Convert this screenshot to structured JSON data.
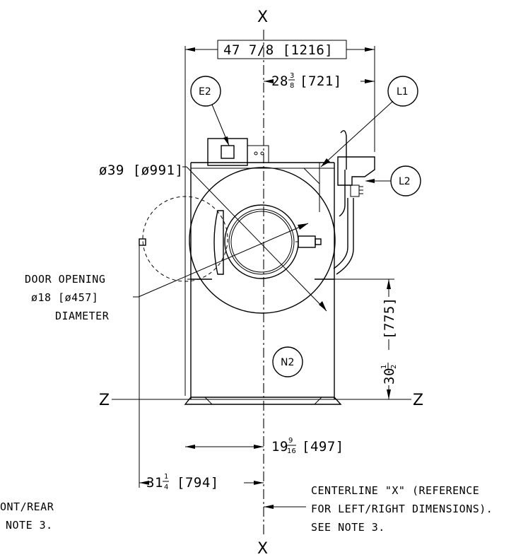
{
  "axes": {
    "top": "X",
    "bottom": "X",
    "left": "Z",
    "right": "Z"
  },
  "dimensions": {
    "overall_width": "47 7/8 [1216]",
    "right_to_center_whole": "28",
    "right_to_center_num": "3",
    "right_to_center_den": "8",
    "right_to_center_mm": "[721]",
    "drum_diameter": "ø39 [ø991]",
    "height_whole": "30",
    "height_num": "1",
    "height_den": "2",
    "height_mm": "[775]",
    "left_to_center_whole": "19",
    "left_to_center_num": "9",
    "left_to_center_den": "16",
    "left_to_center_mm": "[497]",
    "door_swing_whole": "31",
    "door_swing_num": "1",
    "door_swing_den": "4",
    "door_swing_mm": "[794]"
  },
  "door_opening": {
    "line1": "DOOR OPENING",
    "line2": "ø18 [ø457]",
    "line3": "DIAMETER"
  },
  "callouts": {
    "e2": "E2",
    "l1": "L1",
    "l2": "L2",
    "n2": "N2"
  },
  "notes": {
    "left_line1": "ONT/REAR",
    "left_line2": "NOTE 3.",
    "right_line1": "CENTERLINE \"X\" (REFERENCE",
    "right_line2": "FOR LEFT/RIGHT DIMENSIONS).",
    "right_line3": "SEE NOTE 3."
  }
}
